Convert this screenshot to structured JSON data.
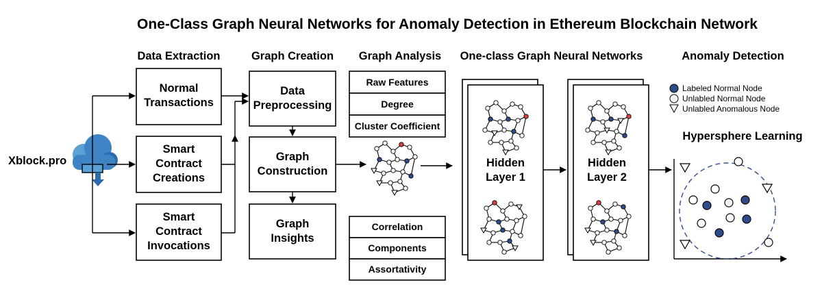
{
  "title": "One-Class Graph Neural Networks for Anomaly Detection in Ethereum Blockchain Network",
  "source": {
    "label": "Xblock.pro"
  },
  "stages": {
    "data_extraction": "Data Extraction",
    "graph_creation": "Graph Creation",
    "graph_analysis": "Graph Analysis",
    "ocgnn": "One-class Graph Neural Networks",
    "anomaly_detection": "Anomaly Detection"
  },
  "extraction_boxes": [
    [
      "Normal",
      "Transactions"
    ],
    [
      "Smart",
      "Contract",
      "Creations"
    ],
    [
      "Smart",
      "Contract",
      "Invocations"
    ]
  ],
  "creation_boxes": [
    [
      "Data",
      "Preprocessing"
    ],
    [
      "Graph",
      "Construction"
    ],
    [
      "Graph",
      "Insights"
    ]
  ],
  "analysis_top": [
    "Raw Features",
    "Degree",
    "Cluster Coefficient"
  ],
  "analysis_bottom": [
    "Correlation",
    "Components",
    "Assortativity"
  ],
  "hidden_layers": [
    [
      "Hidden",
      "Layer 1"
    ],
    [
      "Hidden",
      "Layer 2"
    ]
  ],
  "legend": [
    {
      "label": "Labeled Normal Node",
      "shape": "filled-circle"
    },
    {
      "label": "Unlabled Normal Node",
      "shape": "open-circle"
    },
    {
      "label": "Unlabled Anomalous Node",
      "shape": "triangle"
    }
  ],
  "hypersphere_title": "Hypersphere Learning",
  "colors": {
    "labeled_node": "#2f4c8a",
    "anomaly_node": "#d94040",
    "cloud_light": "#5aa1d6",
    "cloud_dark": "#2b6cb0",
    "dashed_circle": "#2f4c8a"
  },
  "icons": [
    "cloud-download-icon"
  ]
}
